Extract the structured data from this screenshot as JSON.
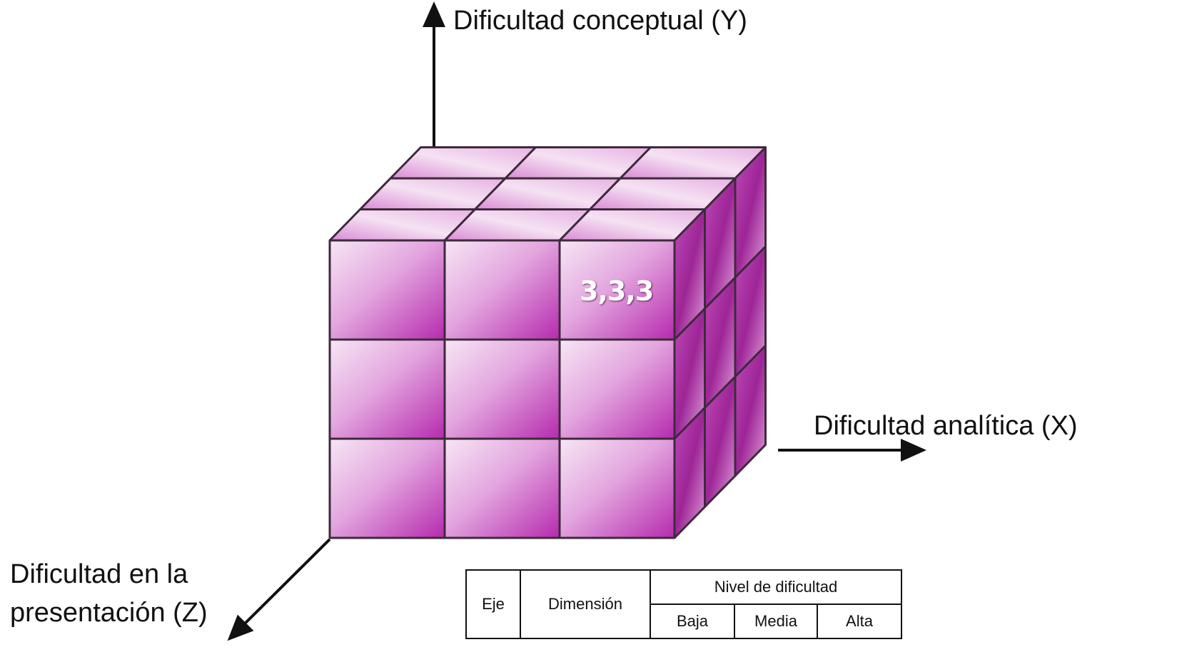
{
  "axes": {
    "y_label": "Dificultad conceptual (Y)",
    "x_label": "Dificultad analítica (X)",
    "z_label": "Dificultad en la presentación (Z)"
  },
  "cube": {
    "grid": "3x3x3",
    "highlighted_cell_label": "3,3,3",
    "colors": {
      "light": "#f6e4f4",
      "mid": "#d67fd2",
      "dark": "#b526ad",
      "side_dark": "#8c1c86",
      "edge": "#3e2a3c"
    }
  },
  "table": {
    "col_eje": "Eje",
    "col_dimension": "Dimensión",
    "group_header": "Nivel de dificultad",
    "levels": [
      "Baja",
      "Media",
      "Alta"
    ]
  }
}
